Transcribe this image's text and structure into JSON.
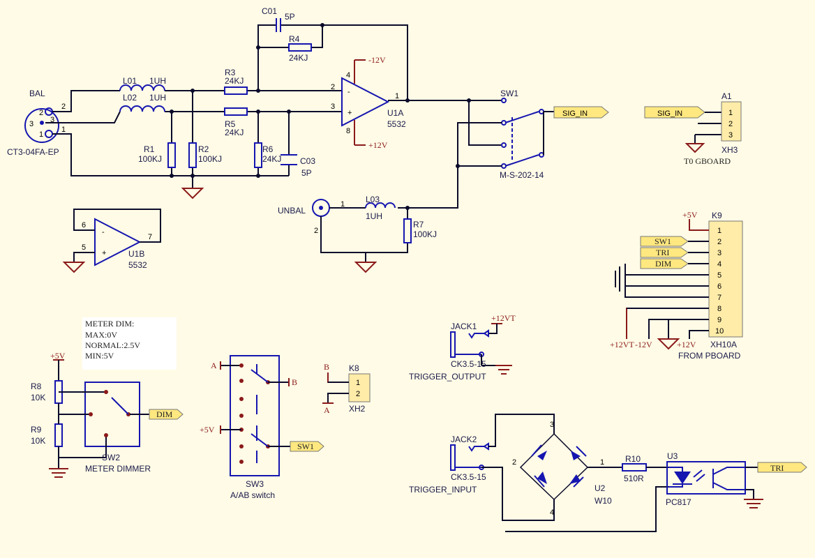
{
  "bal": {
    "label": "BAL",
    "part": "CT3-04FA-EP",
    "pins": [
      "2",
      "3",
      "1",
      "2",
      "3",
      "1"
    ]
  },
  "l01": {
    "name": "L01",
    "value": "1UH"
  },
  "l02": {
    "name": "L02",
    "value": "1UH"
  },
  "l03": {
    "name": "L03",
    "value": "1UH"
  },
  "c01": {
    "name": "C01",
    "value": "5P"
  },
  "c03": {
    "name": "C03",
    "value": "5P"
  },
  "r1": {
    "name": "R1",
    "value": "100KJ"
  },
  "r2": {
    "name": "R2",
    "value": "100KJ"
  },
  "r3": {
    "name": "R3",
    "value": "24KJ"
  },
  "r4": {
    "name": "R4",
    "value": "24KJ"
  },
  "r5": {
    "name": "R5",
    "value": "24KJ"
  },
  "r6": {
    "name": "R6",
    "value": "24KJ"
  },
  "r7": {
    "name": "R7",
    "value": "100KJ"
  },
  "r8": {
    "name": "R8",
    "value": "10K"
  },
  "r9": {
    "name": "R9",
    "value": "10K"
  },
  "r10": {
    "name": "R10",
    "value": "510R"
  },
  "u1a": {
    "name": "U1A",
    "part": "5532",
    "pins": [
      "4",
      "2",
      "3",
      "1",
      "8"
    ],
    "minus": "-",
    "plus": "+"
  },
  "u1b": {
    "name": "U1B",
    "part": "5532",
    "pins": [
      "6",
      "5",
      "7"
    ],
    "minus": "-",
    "plus": "+"
  },
  "power": {
    "neg12": "-12V",
    "pos12": "+12V",
    "pos5": "+5V",
    "pos12vt": "+12VT"
  },
  "sw1": {
    "name": "SW1",
    "part": "M-S-202-14"
  },
  "sig_in": "SIG_IN",
  "unbal": {
    "label": "UNBAL",
    "pins": [
      "1",
      "2"
    ]
  },
  "a1": {
    "name": "A1",
    "part": "XH3",
    "caption": "T0  GBOARD",
    "pins": [
      "1",
      "2",
      "3"
    ]
  },
  "k9": {
    "name": "K9",
    "part": "XH10A",
    "caption": "FROM PBOARD",
    "pins": [
      "1",
      "2",
      "3",
      "4",
      "5",
      "6",
      "7",
      "8",
      "9",
      "10"
    ],
    "flags": [
      "SW1",
      "TRI",
      "DIM"
    ],
    "bottom_labels": [
      "+12VT",
      "-12V",
      "+12V"
    ]
  },
  "meter_note": [
    "METER DIM:",
    "MAX:0V",
    "NORMAL:2.5V",
    "MIN:5V"
  ],
  "sw2": {
    "name": "SW2",
    "caption": "METER DIMMER",
    "flag": "DIM"
  },
  "sw3": {
    "name": "SW3",
    "caption": "A/AB switch",
    "a": "A",
    "b": "B",
    "flag": "SW1"
  },
  "k8": {
    "name": "K8",
    "part": "XH2",
    "pins": [
      "1",
      "2"
    ],
    "a": "A",
    "b": "B"
  },
  "jack1": {
    "name": "JACK1",
    "part": "CK3.5-15",
    "caption": "TRIGGER_OUTPUT"
  },
  "jack2": {
    "name": "JACK2",
    "part": "CK3.5-15",
    "caption": "TRIGGER_INPUT"
  },
  "u2": {
    "name": "U2",
    "part": "W10",
    "pins": [
      "3",
      "2",
      "1",
      "4"
    ]
  },
  "u3": {
    "name": "U3",
    "part": "PC817",
    "flag": "TRI"
  }
}
